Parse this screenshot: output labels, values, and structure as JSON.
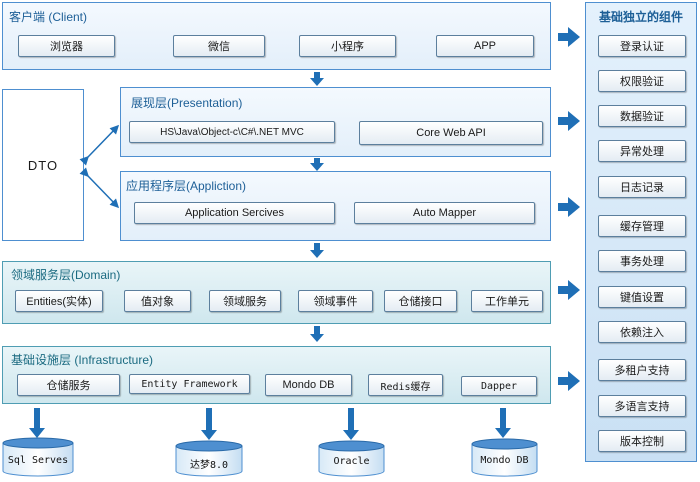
{
  "colors": {
    "accent": "#2a74bd",
    "arrow": "#1f6fb6"
  },
  "client": {
    "title": "客户端 (Client)",
    "items": [
      "浏览器",
      "微信",
      "小程序",
      "APP"
    ]
  },
  "presentation": {
    "title": "展现层(Presentation)",
    "items": [
      "HS\\Java\\Object-c\\C#\\.NET MVC",
      "Core Web API"
    ]
  },
  "application": {
    "title": "应用程序层(Appliction)",
    "items": [
      "Application Sercives",
      "Auto Mapper"
    ]
  },
  "domain": {
    "title": "领域服务层(Domain)",
    "items": [
      "Entities(实体)",
      "值对象",
      "领域服务",
      "领域事件",
      "仓储接口",
      "工作单元"
    ]
  },
  "infrastructure": {
    "title": "基础设施层 (Infrastructure)",
    "items": [
      "仓储服务",
      "Entity Framework",
      "Mondo DB",
      "Redis缓存",
      "Dapper"
    ]
  },
  "dto": {
    "label": "DTO"
  },
  "components": {
    "title": "基础独立的组件",
    "items": [
      "登录认证",
      "权限验证",
      "数据验证",
      "异常处理",
      "日志记录",
      "缓存管理",
      "事务处理",
      "键值设置",
      "依赖注入",
      "多租户支持",
      "多语言支持",
      "版本控制"
    ]
  },
  "databases": [
    "Sql Serves",
    "达梦8.0",
    "Oracle",
    "Mondo DB"
  ]
}
